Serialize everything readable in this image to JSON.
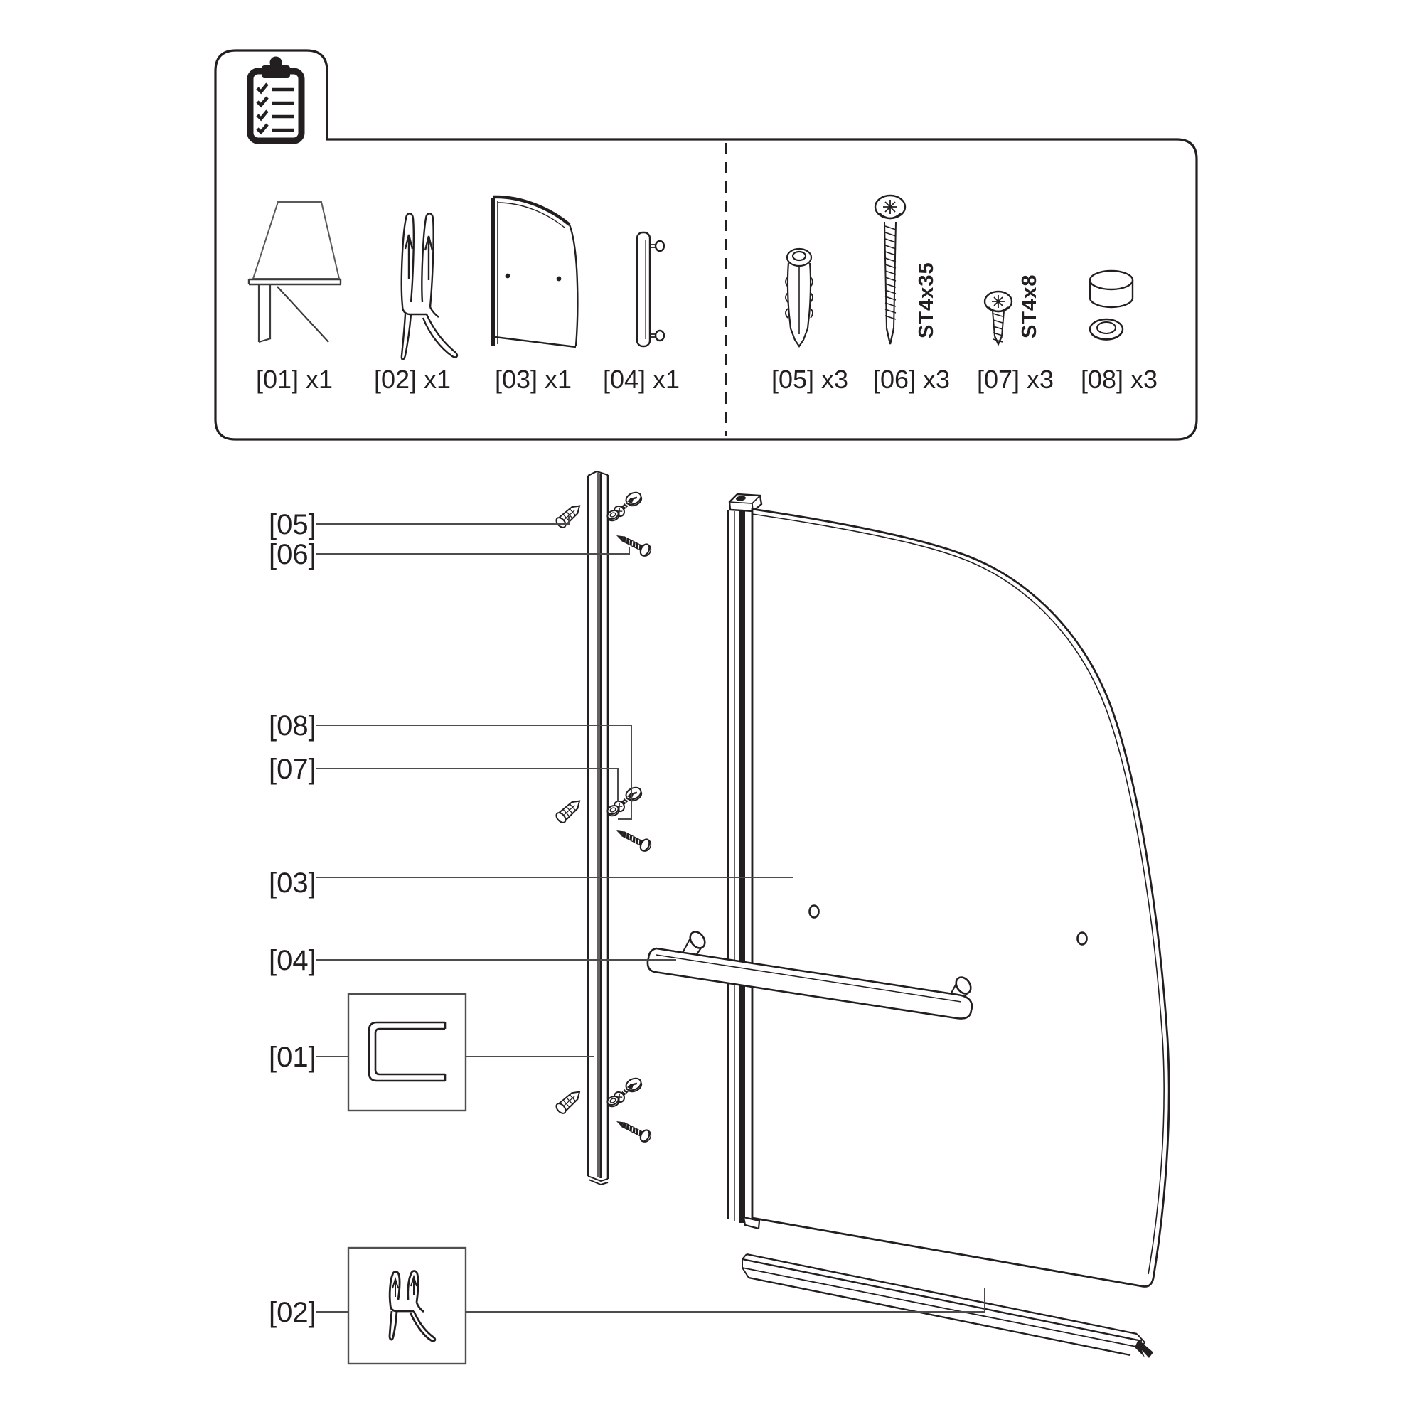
{
  "colors": {
    "ink": "#231f20",
    "leader": "#4c4c4c",
    "inset_border": "#4f4f4f"
  },
  "parts_box": {
    "icon": "clipboard-checklist",
    "items": [
      {
        "id": "01",
        "label": "[01] x1"
      },
      {
        "id": "02",
        "label": "[02] x1"
      },
      {
        "id": "03",
        "label": "[03] x1"
      },
      {
        "id": "04",
        "label": "[04] x1"
      },
      {
        "id": "05",
        "label": "[05] x3"
      },
      {
        "id": "06",
        "label": "[06] x3",
        "marking": "ST4x35"
      },
      {
        "id": "07",
        "label": "[07] x3",
        "marking": "ST4x8"
      },
      {
        "id": "08",
        "label": "[08] x3"
      }
    ]
  },
  "exploded_view": {
    "callouts": [
      {
        "ref": "05",
        "label": "[05]"
      },
      {
        "ref": "06",
        "label": "[06]"
      },
      {
        "ref": "08",
        "label": "[08]"
      },
      {
        "ref": "07",
        "label": "[07]"
      },
      {
        "ref": "03",
        "label": "[03]"
      },
      {
        "ref": "04",
        "label": "[04]"
      },
      {
        "ref": "01",
        "label": "[01]"
      },
      {
        "ref": "02",
        "label": "[02]"
      }
    ]
  }
}
